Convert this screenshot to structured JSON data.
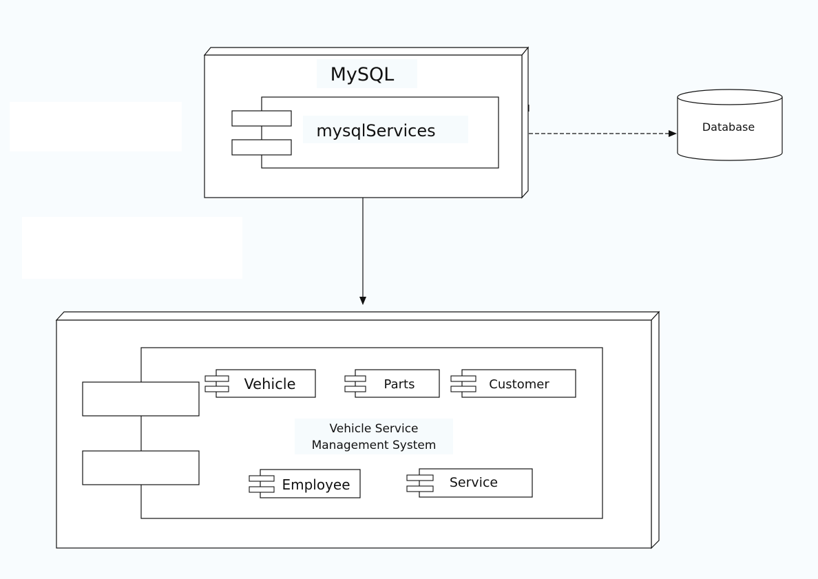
{
  "colors": {
    "background": "#f8fcfe",
    "stroke": "#111111",
    "box_fill": "#ffffff"
  },
  "mysql_node": {
    "title": "MySQL",
    "component": {
      "label": "mysqlServices",
      "icon": "component-icon"
    }
  },
  "database": {
    "label": "Database",
    "icon": "database-cylinder-icon"
  },
  "system_node": {
    "component_title_line1": "Vehicle Service",
    "component_title_line2": "Management System",
    "subcomponents": [
      {
        "label": "Vehicle",
        "icon": "component-icon"
      },
      {
        "label": "Parts",
        "icon": "component-icon"
      },
      {
        "label": "Customer",
        "icon": "component-icon"
      },
      {
        "label": "Employee",
        "icon": "component-icon"
      },
      {
        "label": "Service",
        "icon": "component-icon"
      }
    ]
  },
  "connectors": [
    {
      "from": "mysql_node",
      "to": "database",
      "style": "dashed-arrow"
    },
    {
      "from": "mysql_node",
      "to": "system_node",
      "style": "solid-arrow"
    }
  ]
}
